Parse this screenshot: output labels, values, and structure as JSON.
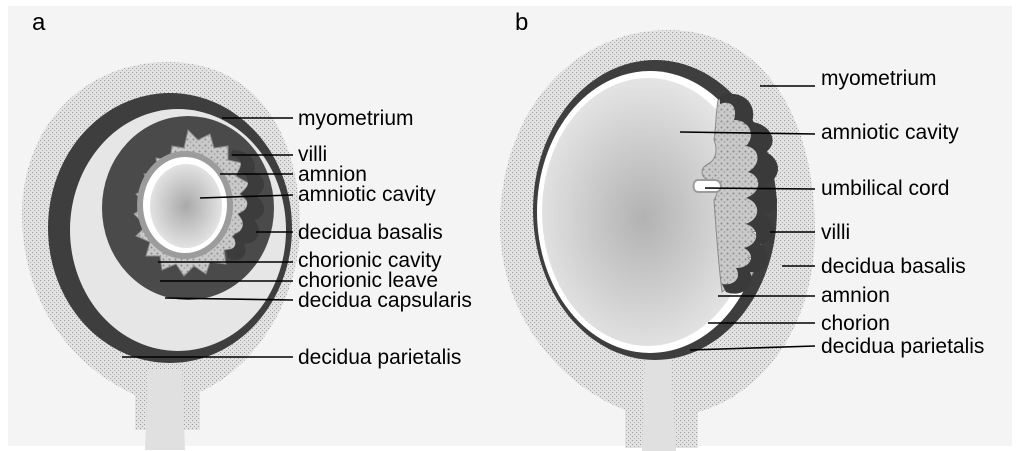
{
  "panel_a": {
    "letter": "a",
    "labels": {
      "myometrium": "myometrium",
      "villi": "villi",
      "amnion": "amnion",
      "amniotic_cavity": "amniotic cavity",
      "decidua_basalis": "decidua basalis",
      "chorionic_cavity": "chorionic cavity",
      "chorionic_leave": "chorionic leave",
      "decidua_capsularis": "decidua capsularis",
      "decidua_parietalis": "decidua parietalis"
    }
  },
  "panel_b": {
    "letter": "b",
    "labels": {
      "myometrium": "myometrium",
      "amniotic_cavity": "amniotic cavity",
      "umbilical_cord": "umbilical cord",
      "villi": "villi",
      "decidua_basalis": "decidua basalis",
      "amnion": "amnion",
      "chorion": "chorion",
      "decidua_parietalis": "decidua parietalis"
    }
  },
  "colors": {
    "background": "#f4f4f4",
    "myometrium_stipple": "#d6d6d6",
    "decidua_dark": "#3c3c3c",
    "cavity_light": "#e6e6e6",
    "amniotic_center": "#bdbdbd",
    "villi_fill": "#cfcfcf"
  }
}
